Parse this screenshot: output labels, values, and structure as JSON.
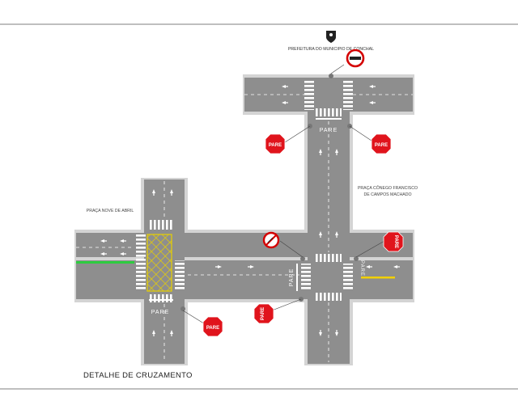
{
  "header": {
    "institution": "PREFEITURA DO MUNICIPIO DE CONCHAL"
  },
  "labels": {
    "drawing_title": "DETALHE DE CRUZAMENTO",
    "square_left": "PRAÇA NOVE DE ABRIL",
    "square_right_line1": "PRAÇA CÔNEGO FRANCISCO",
    "square_right_line2": "DE CAMPOS MACHADO"
  },
  "pavement": {
    "stop_text": "PARE",
    "stop_sign_text": "PARE"
  },
  "colors": {
    "road": "#8e8e8e",
    "curb": "#d4d4d4",
    "stop_sign": "#e0141c",
    "cycle_lane": "#2ecc40",
    "center_line": "#f2d000",
    "box_marking": "#e8d000",
    "prohibition": "#d40000"
  },
  "icons": {
    "logo": "municipal-crest-icon",
    "no_entry": "no-entry-icon",
    "no_parking": "no-parking-icon",
    "stop": "stop-sign-icon",
    "arrow": "lane-arrow-icon"
  }
}
